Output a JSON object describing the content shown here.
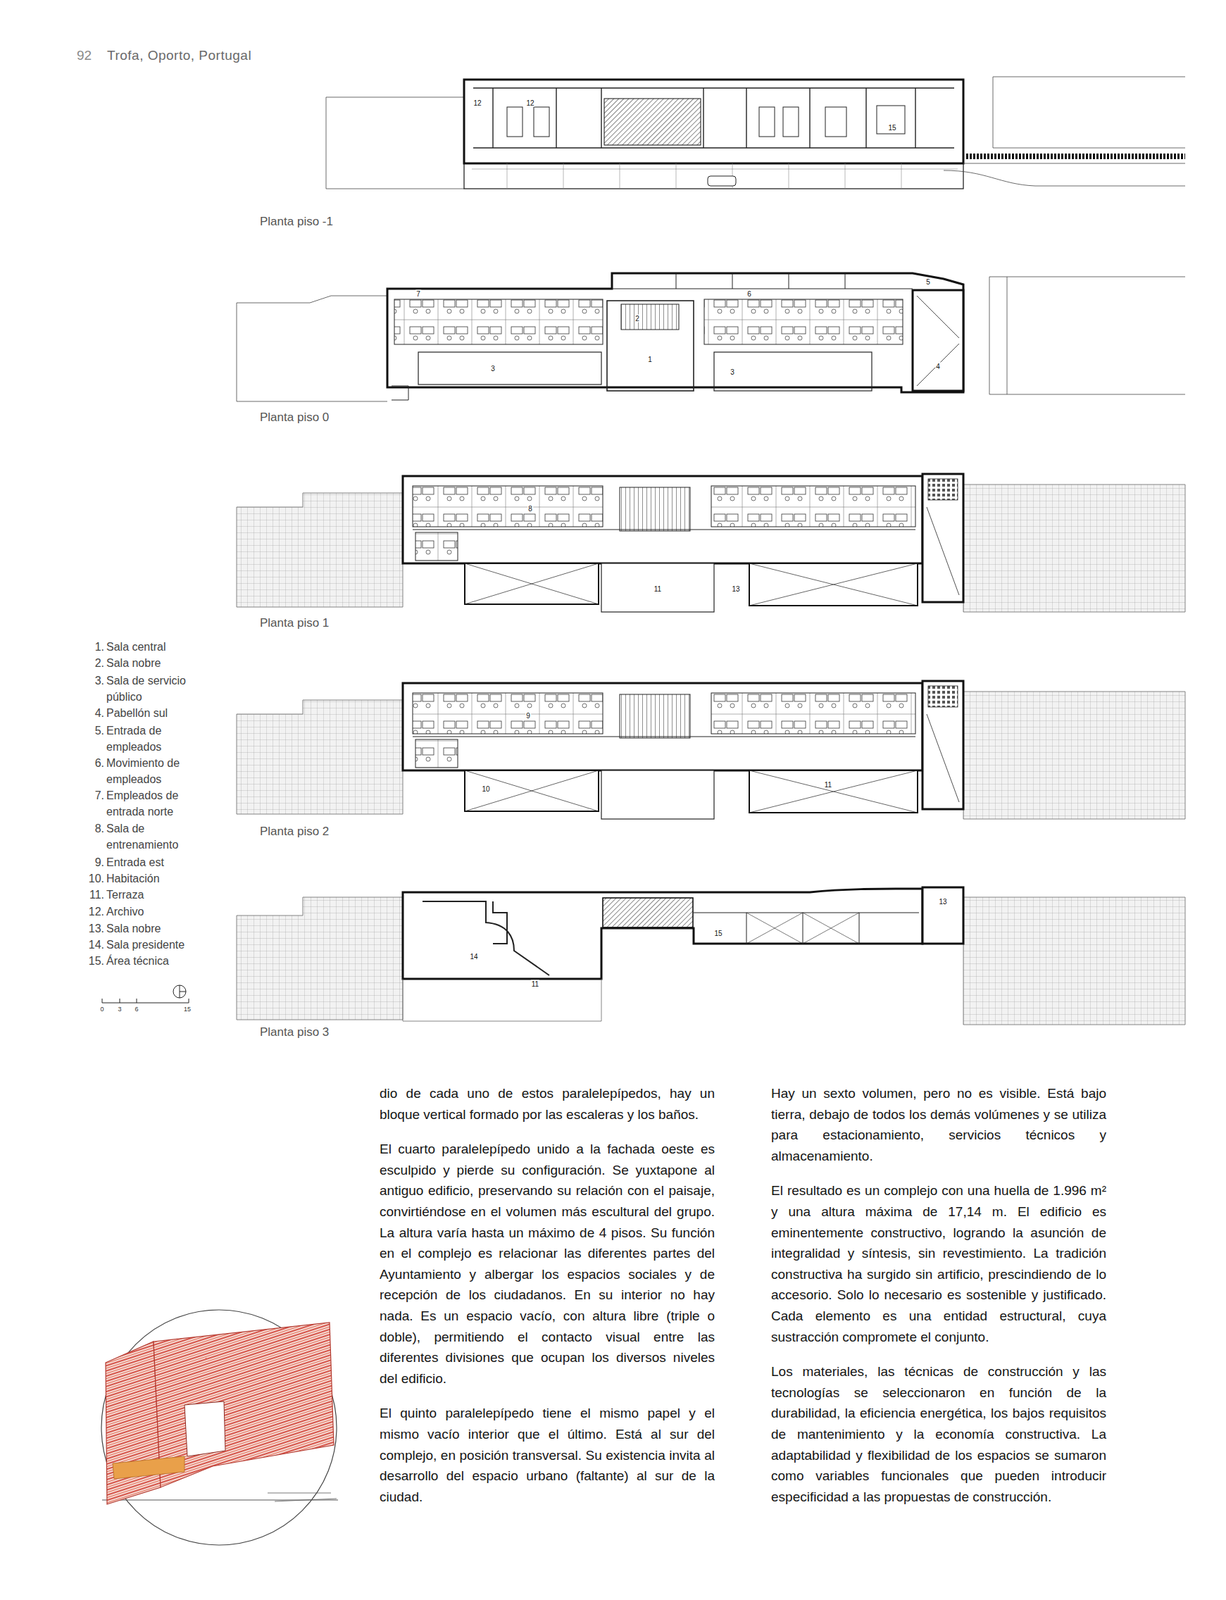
{
  "diagram": {
    "labels": [
      "92",
      "Trofa, Oporto, Portugal",
      "Planta piso -1",
      "Planta piso 0",
      "Planta piso 1",
      "Planta piso 2",
      "Planta piso 3",
      "1.",
      "Sala central",
      "2.",
      "Sala nobre",
      "3.",
      "Sala de servicio público",
      "4.",
      "Pabellón sul",
      "5.",
      "Entrada de empleados",
      "6.",
      "Movimiento de empleados",
      "7.",
      "Empleados de entrada norte",
      "8.",
      "Sala de entrenamiento",
      "9.",
      "Entrada est",
      "10.",
      "Habitación",
      "11.",
      "Terraza",
      "12.",
      "Archivo",
      "13.",
      "Sala nobre",
      "14.",
      "Sala presidente",
      "15.",
      "Área técnica",
      "0",
      "3",
      "6",
      "15",
      "dio de cada uno de estos paralelepípedos, hay un bloque vertical formado por las escaleras y los baños.",
      "El cuarto paralelepípedo unido a la fachada oeste es esculpido y pierde su configuración. Se yuxtapone al antiguo edificio, preservando su relación con el paisaje, convirtiéndose en el volumen más escultural del grupo. La altura varía hasta un máximo de 4 pisos. Su función en el complejo es relacionar las diferentes partes del Ayuntamiento y albergar los espacios sociales y de recepción de los ciudadanos. En su interior no hay nada. Es un espacio vacío, con altura libre (triple o doble), permitiendo el contacto visual entre las diferentes divisiones que ocupan los diversos niveles del edificio.",
      "El quinto paralelepípedo tiene el mismo papel y el mismo vacío interior que el último. Está al sur del complejo, en posición transversal. Su existencia invita al desarrollo del espacio urbano (faltante) al sur de la ciudad.",
      "Hay un sexto volumen, pero no es visible. Está bajo tierra, debajo de todos los demás volúmenes y se utiliza para estacionamiento, servicios técnicos y almacenamiento.",
      "El resultado es un complejo con una huella de 1.996 m² y una altura máxima de 17,14 m. El edificio es eminentemente constructivo, logrando la asunción de integralidad y síntesis, sin revestimiento. La tradición constructiva ha surgido sin artificio, prescindiendo de lo accesorio. Solo lo necesario es sostenible y justificado. Cada elemento es una entidad estructural, cuya sustracción compromete el conjunto.",
      "Los materiales, las técnicas de construcción y las tecnologías se seleccionaron en función de la durabilidad, la eficiencia energética, los bajos requisitos de mantenimiento y la economía constructiva. La adaptabilidad y flexibilidad de los espacios se sumaron como variables funcionales que pueden introducir especificidad a las propuestas de construcción.",
      "12",
      "12",
      "15",
      "7",
      "6",
      "5",
      "2",
      "1",
      "3",
      "3",
      "4",
      "8",
      "11",
      "13",
      "9",
      "10",
      "11",
      "14",
      "11",
      "15",
      "13"
    ]
  }
}
